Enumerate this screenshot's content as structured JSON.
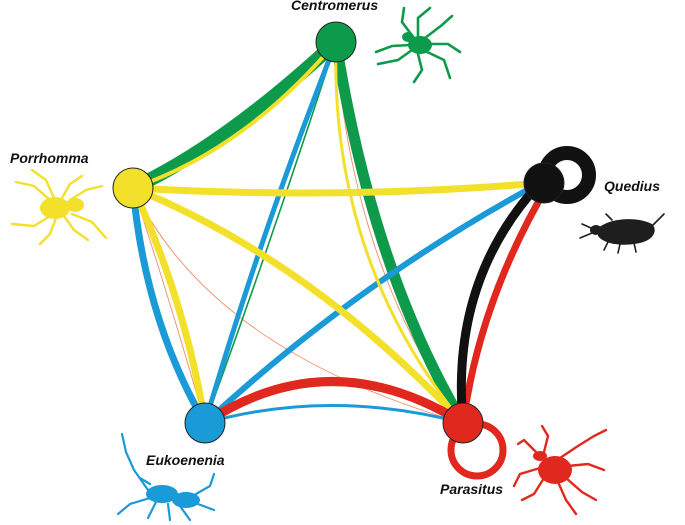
{
  "colors": {
    "centromerus": "#0e9a4b",
    "porrhomma": "#f2e02b",
    "quedius": "#111111",
    "eukoenenia": "#1a9ad6",
    "parasitus": "#e0281e",
    "thin_link": "#ef8c6a"
  },
  "nodes": [
    {
      "id": "centromerus",
      "label": "Centromerus",
      "color": "#0e9a4b",
      "icon": "spider-icon"
    },
    {
      "id": "porrhomma",
      "label": "Porrhomma",
      "color": "#f2e02b",
      "icon": "spider-icon"
    },
    {
      "id": "quedius",
      "label": "Quedius",
      "color": "#111111",
      "icon": "beetle-icon"
    },
    {
      "id": "eukoenenia",
      "label": "Eukoenenia",
      "color": "#1a9ad6",
      "icon": "palpigrade-icon"
    },
    {
      "id": "parasitus",
      "label": "Parasitus",
      "color": "#e0281e",
      "icon": "mite-icon"
    }
  ]
}
